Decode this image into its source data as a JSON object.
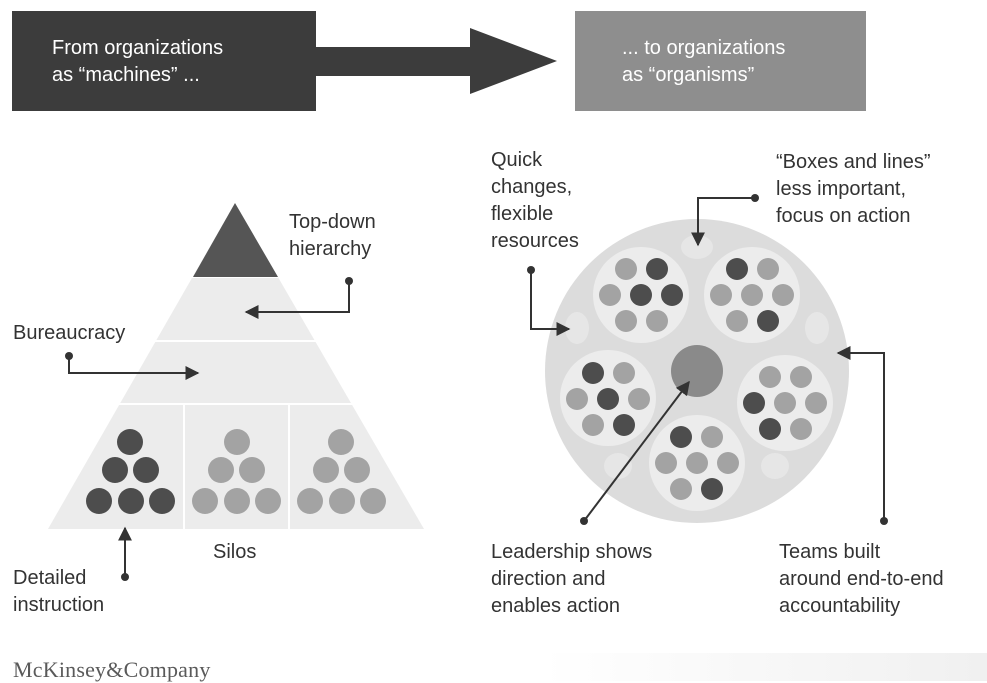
{
  "banners": {
    "left": [
      "From organizations",
      "as “machines” ..."
    ],
    "right": [
      "... to organizations",
      "as “organisms”"
    ]
  },
  "labels": {
    "top_down": [
      "Top-down",
      "hierarchy"
    ],
    "bureaucracy": [
      "Bureaucracy"
    ],
    "silos": [
      "Silos"
    ],
    "detailed": [
      "Detailed",
      "instruction"
    ],
    "quick": [
      "Quick",
      "changes,",
      "flexible",
      "resources"
    ],
    "boxes": [
      "“Boxes and lines”",
      "less important,",
      "focus on action"
    ],
    "leadership": [
      "Leadership shows",
      "direction and",
      "enables action"
    ],
    "teams": [
      "Teams built",
      "around end-to-end",
      "accountability"
    ]
  },
  "brand": "McKinsey&Company",
  "colors": {
    "dark_banner": "#3c3c3c",
    "light_banner": "#8e8e8e",
    "dark_dot": "#4d4d4d",
    "mid_dot": "#a3a3a3",
    "triangle_fill": "#ececec",
    "apex": "#555555"
  }
}
